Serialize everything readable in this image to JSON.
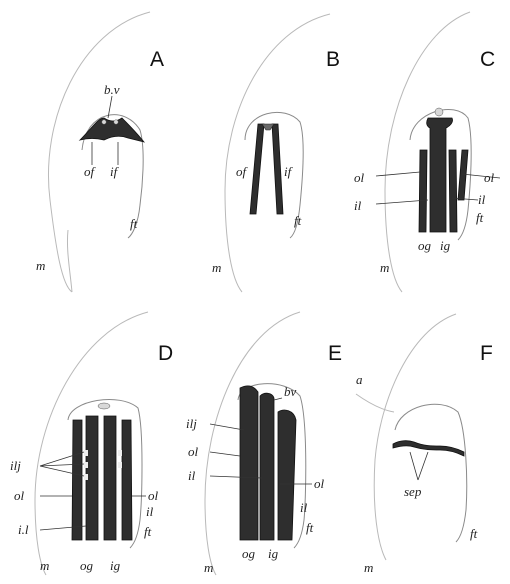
{
  "panels": {
    "A": {
      "letter": "A",
      "labels": {
        "bv": "b.v",
        "of": "of",
        "if": "if",
        "ft": "ft",
        "m": "m"
      }
    },
    "B": {
      "letter": "B",
      "labels": {
        "of": "of",
        "if": "if",
        "ft": "ft",
        "m": "m"
      }
    },
    "C": {
      "letter": "C",
      "labels": {
        "ol_left": "ol",
        "ol_right": "ol",
        "il_left": "il",
        "il_right": "il",
        "og": "og",
        "ig": "ig",
        "ft": "ft",
        "m": "m"
      }
    },
    "D": {
      "letter": "D",
      "labels": {
        "ilj": "ilj",
        "ol_left": "ol",
        "ol_right": "ol",
        "il_left": "i.l",
        "il_right": "il",
        "og": "og",
        "ig": "ig",
        "ft": "ft",
        "m": "m"
      }
    },
    "E": {
      "letter": "E",
      "labels": {
        "bv": "bv",
        "ilj": "ilj",
        "ol_left": "ol",
        "ol_right": "ol",
        "il_left": "il",
        "il_right": "il",
        "og": "og",
        "ig": "ig",
        "ft": "ft",
        "m": "m"
      }
    },
    "F": {
      "letter": "F",
      "labels": {
        "a": "a",
        "sep": "sep",
        "ft": "ft",
        "m": "m"
      }
    }
  }
}
